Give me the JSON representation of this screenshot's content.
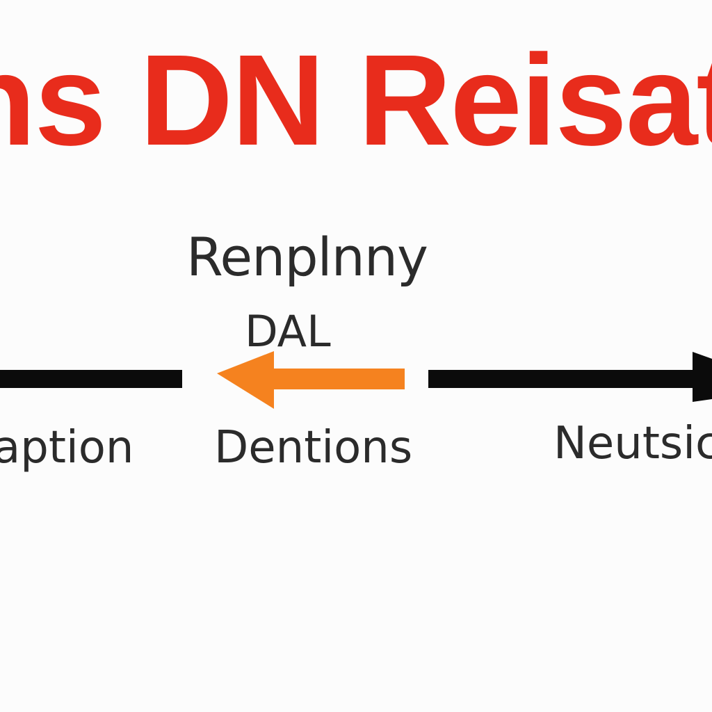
{
  "title": {
    "text": "ns DN Reisatin",
    "color": "#e82c1c"
  },
  "labels": {
    "top": "Renplnny",
    "mid": "DAL",
    "left": "aption",
    "center": "Dentions",
    "right": "Neutsic"
  },
  "colors": {
    "text": "#2b2b2b",
    "line": "#0b0b0b",
    "accent_arrow": "#f5821f",
    "background": "#fcfcfc"
  }
}
